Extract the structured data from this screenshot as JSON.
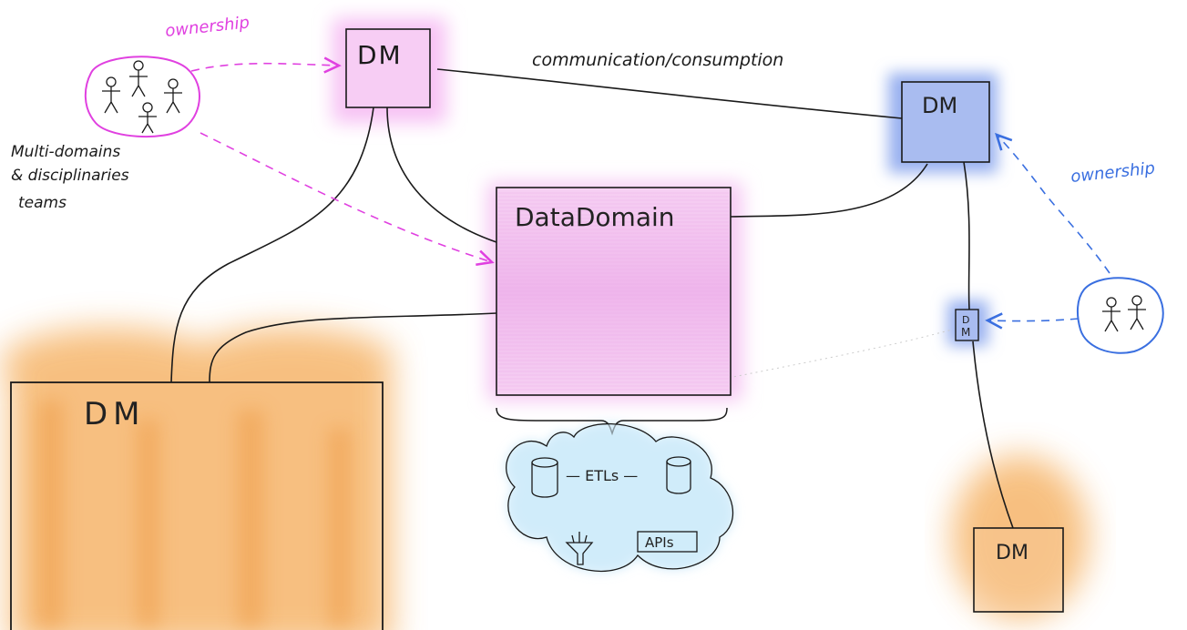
{
  "labels": {
    "ownership_left": "ownership",
    "ownership_right": "ownership",
    "communication": "communication/consumption",
    "teams_line1": "Multi-domains",
    "teams_line2": "& disciplinaries",
    "teams_line3": "teams",
    "dm_top": "DM",
    "dm_right": "DM",
    "dm_small_1": "D",
    "dm_small_2": "M",
    "data_domain": "DataDomain",
    "dm_big": "DM",
    "dm_bottom_right": "DM",
    "etls": "— ETLs —",
    "apis": "APIs"
  },
  "colors": {
    "magenta": "#e040e0",
    "blue": "#3a6fe0",
    "orange": "#f0a040",
    "pink_fill": "#f3c4f0",
    "sky": "#bfe4f7",
    "ink": "#1a1a1a"
  }
}
